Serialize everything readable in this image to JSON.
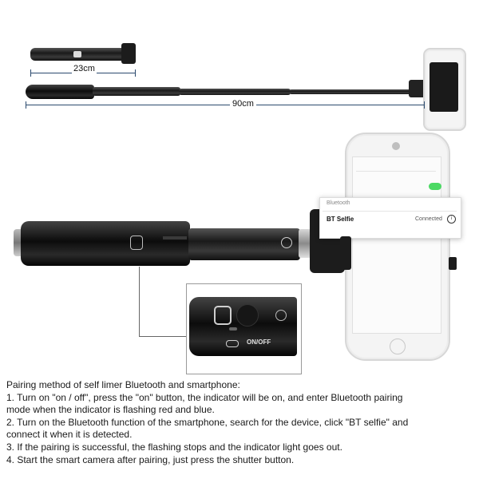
{
  "dimensions": {
    "folded_length": "23cm",
    "extended_length": "90cm"
  },
  "popup": {
    "row1": "Bluetooth",
    "device_name": "BT Selfie",
    "device_status": "Connected"
  },
  "remote": {
    "switch_label": "ON/OFF"
  },
  "instructions": {
    "title": "Pairing method of self limer Bluetooth and smartphone:",
    "lines": [
      "1. Turn on \"on / off\", press the \"on\" button, the indicator will be on, and enter Bluetooth pairing",
      "mode when the indicator is flashing red and blue.",
      "2. Turn on the Bluetooth function of the smartphone, search for the device, click \"BT selfie\" and",
      "connect it when it is detected.",
      "3. If the pairing is successful, the flashing stops and the indicator light goes out.",
      "4. Start the smart camera after pairing, just press the shutter button."
    ]
  },
  "colors": {
    "dimension_line": "#2b4a6e",
    "toggle_on": "#4cd964"
  }
}
